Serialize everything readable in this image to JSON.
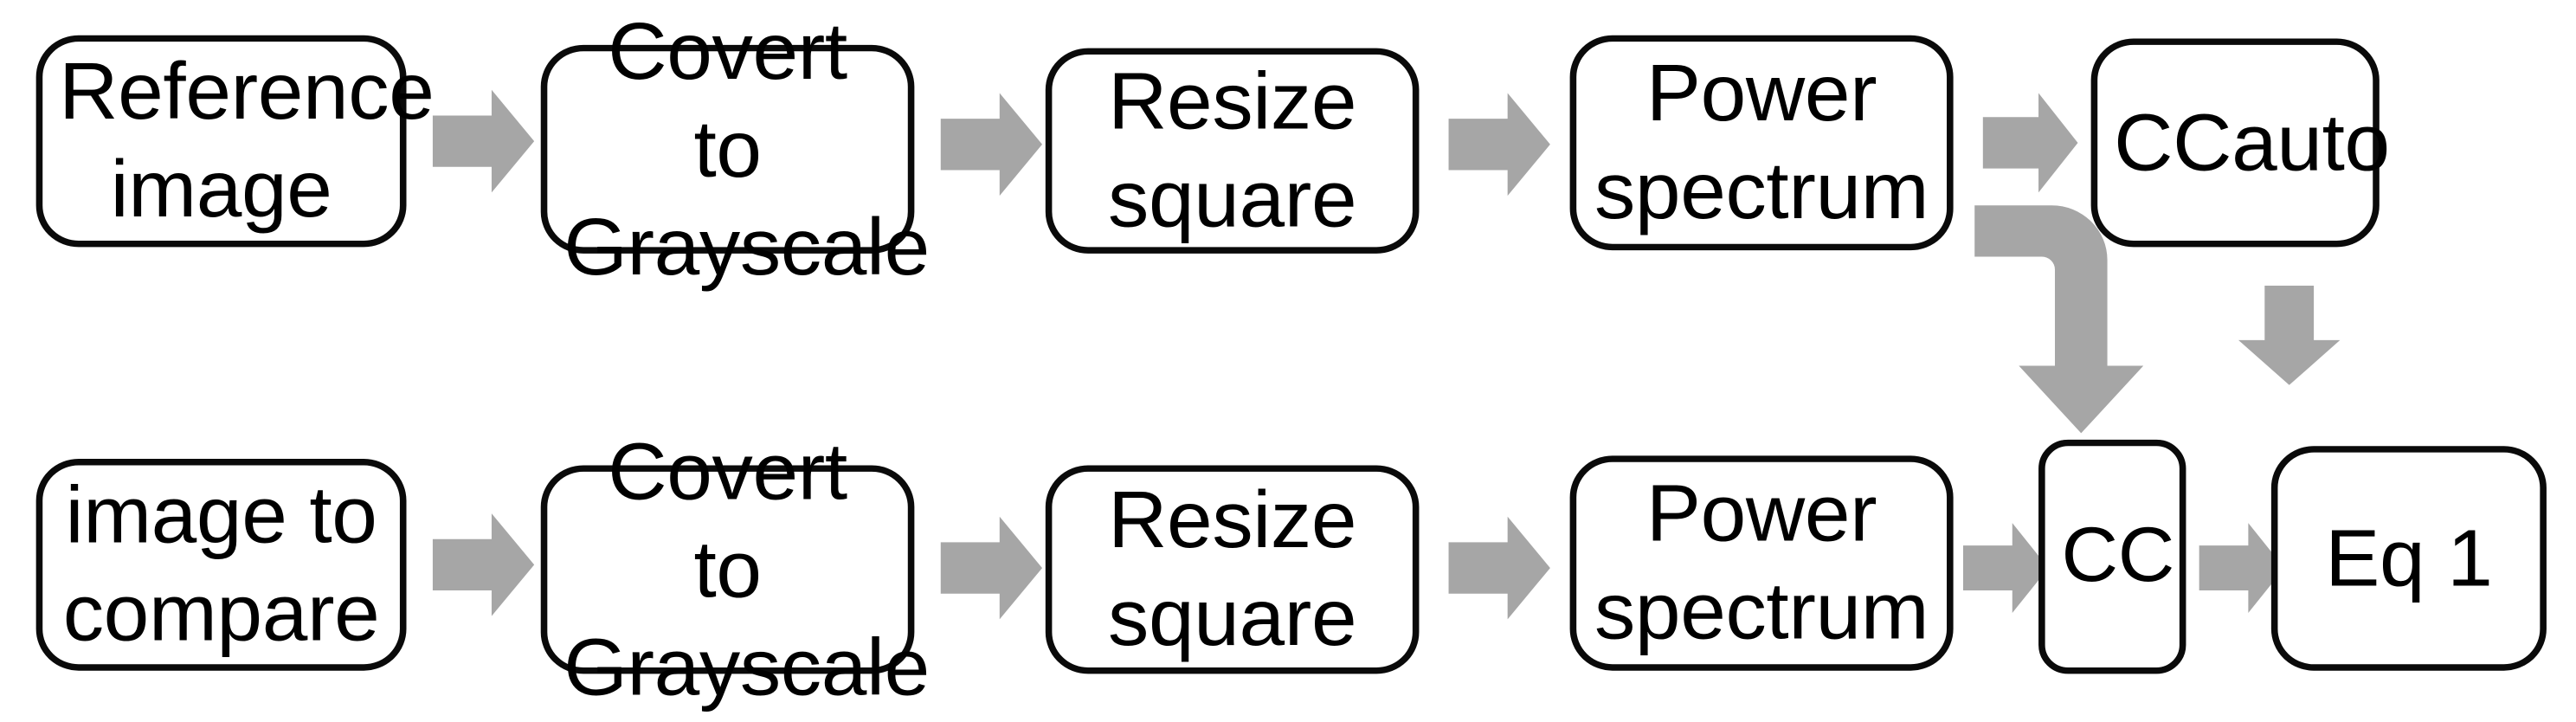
{
  "diagram": {
    "title": "Image similarity processing pipeline",
    "colors": {
      "arrow_gray": "#A6A6A6",
      "node_border": "#0A0A0A",
      "node_fill": "#FFFFFF",
      "text": "#000000",
      "background": "#FFFFFF"
    },
    "rows": [
      {
        "id": "reference-row",
        "nodes": [
          {
            "id": "reference-image",
            "label": "Reference\nimage"
          },
          {
            "id": "covert-grayscale-1",
            "label": "Covert to\nGrayscale"
          },
          {
            "id": "resize-square-1",
            "label": "Resize\nsquare"
          },
          {
            "id": "power-spectrum-1",
            "label": "Power\nspectrum"
          },
          {
            "id": "ccauto",
            "label": "CCauto"
          }
        ]
      },
      {
        "id": "compare-row",
        "nodes": [
          {
            "id": "image-to-compare",
            "label": "image to\ncompare"
          },
          {
            "id": "covert-grayscale-2",
            "label": "Covert to\nGrayscale"
          },
          {
            "id": "resize-square-2",
            "label": "Resize\nsquare"
          },
          {
            "id": "power-spectrum-2",
            "label": "Power\nspectrum"
          },
          {
            "id": "cc",
            "label": "CC"
          },
          {
            "id": "eq-1",
            "label": "Eq 1"
          }
        ]
      }
    ],
    "connectors": [
      {
        "id": "ref-to-gray-1",
        "type": "right",
        "from": "reference-image",
        "to": "covert-grayscale-1"
      },
      {
        "id": "gray-to-resize-1",
        "type": "right",
        "from": "covert-grayscale-1",
        "to": "resize-square-1"
      },
      {
        "id": "resize-to-power-1",
        "type": "right",
        "from": "resize-square-1",
        "to": "power-spectrum-1"
      },
      {
        "id": "power-to-ccauto",
        "type": "right",
        "from": "power-spectrum-1",
        "to": "ccauto"
      },
      {
        "id": "power1-to-cc",
        "type": "bent-down",
        "from": "power-spectrum-1",
        "to": "cc"
      },
      {
        "id": "ccauto-to-eq1",
        "type": "down",
        "from": "ccauto",
        "to": "eq-1"
      },
      {
        "id": "cmp-to-gray-2",
        "type": "right",
        "from": "image-to-compare",
        "to": "covert-grayscale-2"
      },
      {
        "id": "gray-to-resize-2",
        "type": "right",
        "from": "covert-grayscale-2",
        "to": "resize-square-2"
      },
      {
        "id": "resize-to-power-2",
        "type": "right",
        "from": "resize-square-2",
        "to": "power-spectrum-2"
      },
      {
        "id": "power-to-cc",
        "type": "right",
        "from": "power-spectrum-2",
        "to": "cc"
      },
      {
        "id": "cc-to-eq1",
        "type": "right",
        "from": "cc",
        "to": "eq-1"
      }
    ]
  }
}
